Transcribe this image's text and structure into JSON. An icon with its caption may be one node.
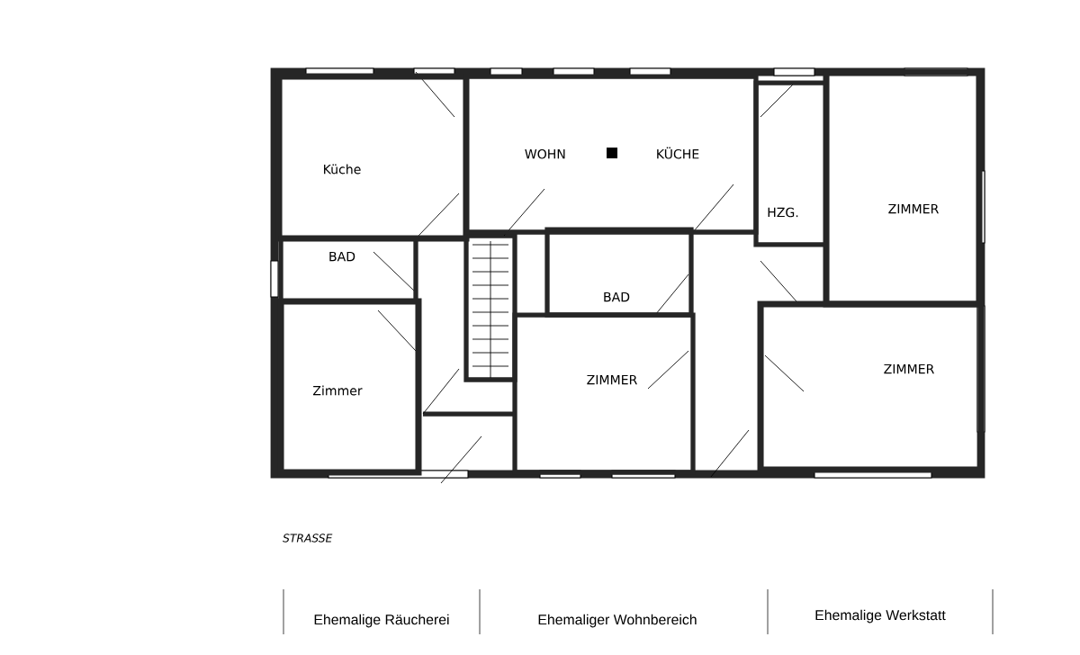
{
  "diagram": {
    "nodes": [
      {
        "text": [
          "Küche"
        ]
      },
      {
        "text": [
          "WOHN",
          "KÜCHE"
        ]
      },
      {
        "text": [
          "HZG."
        ]
      },
      {
        "text": [
          "ZIMMER"
        ]
      },
      {
        "text": [
          "BAD"
        ]
      },
      {
        "text": [
          "BAD"
        ]
      },
      {
        "text": [
          "Zimmer"
        ]
      },
      {
        "text": [
          "ZIMMER"
        ]
      },
      {
        "text": [
          "ZIMMER"
        ]
      }
    ],
    "labels": [
      "STRASSE",
      "Ehemalige Räucherei",
      "Ehemaliger Wohnbereich",
      "Ehemalige Werkstatt"
    ]
  }
}
